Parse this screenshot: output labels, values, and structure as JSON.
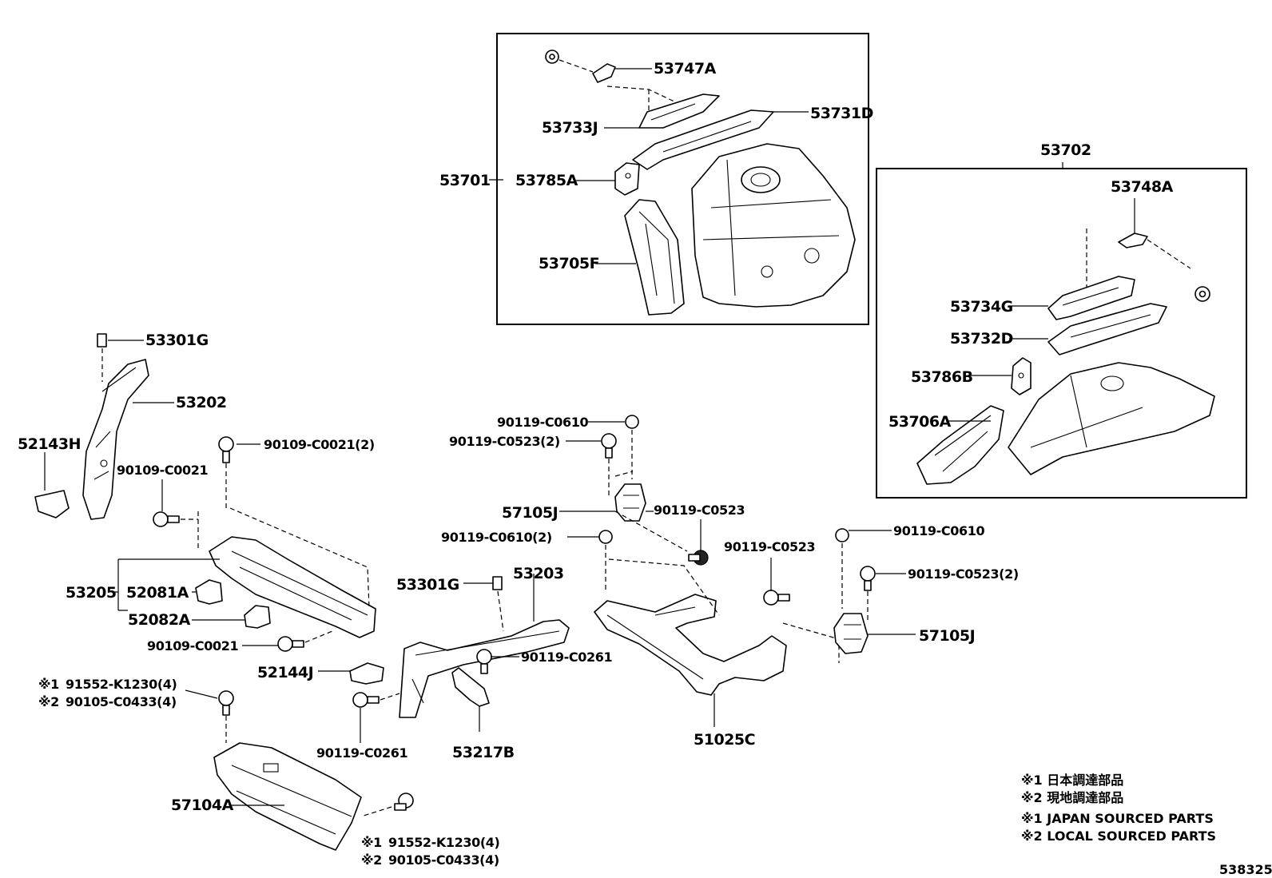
{
  "groups": {
    "g53701": "53701",
    "g53702": "53702",
    "g53205": "53205"
  },
  "labels": {
    "p53747A": "53747A",
    "p53733J": "53733J",
    "p53731D": "53731D",
    "p53785A": "53785A",
    "p53705F": "53705F",
    "p53748A": "53748A",
    "p53734G": "53734G",
    "p53732D": "53732D",
    "p53786B": "53786B",
    "p53706A": "53706A",
    "p53301G_top": "53301G",
    "p53202": "53202",
    "p52143H": "52143H",
    "p90109_C0021_a": "90109-C0021",
    "p90109_C0021_2": "90109-C0021(2)",
    "p52081A": "52081A",
    "p52082A": "52082A",
    "p90109_C0021_b": "90109-C0021",
    "p91552_K1230_a": "91552-K1230(4)",
    "p90105_C0433_a": "90105-C0433(4)",
    "p57104A": "57104A",
    "p91552_K1230_b": "91552-K1230(4)",
    "p90105_C0433_b": "90105-C0433(4)",
    "p52144J": "52144J",
    "p90119_C0261_a": "90119-C0261",
    "p53301G_mid": "53301G",
    "p53203": "53203",
    "p90119_C0261_b": "90119-C0261",
    "p53217B": "53217B",
    "p90119_C0610_a": "90119-C0610",
    "p90119_C0523_2a": "90119-C0523(2)",
    "p57105J_a": "57105J",
    "p90119_C0523_a": "90119-C0523",
    "p90119_C0610_2": "90119-C0610(2)",
    "p51025C": "51025C",
    "p90119_C0523_b": "90119-C0523",
    "p90119_C0610_b": "90119-C0610",
    "p90119_C0523_2b": "90119-C0523(2)",
    "p57105J_b": "57105J"
  },
  "marks": {
    "m1": "※1",
    "m2": "※2"
  },
  "legend": {
    "line1": "※1 日本調達部品",
    "line2": "※2 現地調達部品",
    "line3": "※1 JAPAN SOURCED PARTS",
    "line4": "※2 LOCAL SOURCED PARTS"
  },
  "diagram_id": "538325"
}
